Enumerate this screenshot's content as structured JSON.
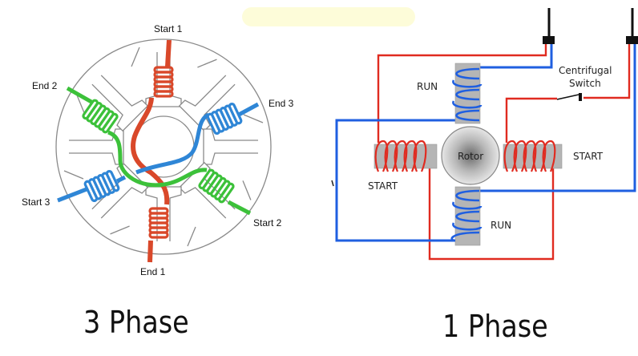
{
  "diagrams": {
    "three_phase": {
      "title": "3 Phase",
      "labels": {
        "start1": "Start 1",
        "end1": "End 1",
        "start2": "Start 2",
        "end2": "End 2",
        "start3": "Start 3",
        "end3": "End 3"
      },
      "phase_colors": {
        "phase1": "#d9482a",
        "phase2": "#3cc13a",
        "phase3": "#2f86d6"
      }
    },
    "single_phase": {
      "title": "1 Phase",
      "labels": {
        "run_top": "RUN",
        "run_bottom": "RUN",
        "start_left": "START",
        "start_right": "START",
        "rotor": "Rotor",
        "switch_line1": "Centrifugal",
        "switch_line2": "Switch"
      },
      "wire_colors": {
        "run": "#1f5fe0",
        "start": "#e02b20",
        "terminal": "#111111",
        "pole": "#b5b5b5"
      }
    }
  },
  "highlight_color": "#fdfcd9"
}
